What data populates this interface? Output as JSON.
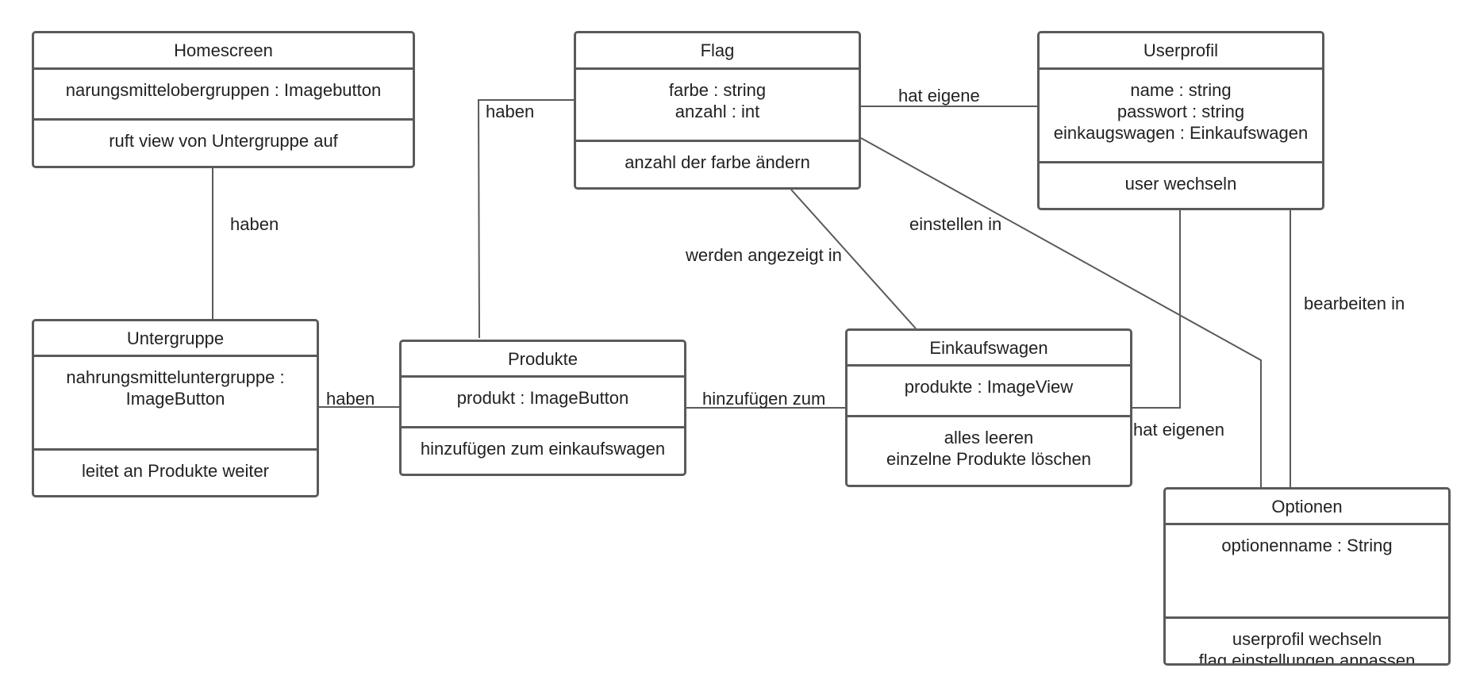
{
  "classes": {
    "homescreen": {
      "name": "Homescreen",
      "attributes": [
        "narungsmittelobergruppen : Imagebutton"
      ],
      "methods": [
        "ruft view von Untergruppe auf"
      ]
    },
    "flag": {
      "name": "Flag",
      "attributes": [
        "farbe : string",
        "anzahl : int"
      ],
      "methods": [
        "anzahl der farbe ändern"
      ]
    },
    "userprofil": {
      "name": "Userprofil",
      "attributes": [
        "name : string",
        "passwort : string",
        "einkaugswagen : Einkaufswagen"
      ],
      "methods": [
        "user wechseln"
      ]
    },
    "untergruppe": {
      "name": "Untergruppe",
      "attributes": [
        "nahrungsmitteluntergruppe :",
        "ImageButton"
      ],
      "methods": [
        "leitet an Produkte weiter"
      ]
    },
    "produkte": {
      "name": "Produkte",
      "attributes": [
        "produkt : ImageButton"
      ],
      "methods": [
        "hinzufügen zum einkaufswagen"
      ]
    },
    "einkaufswagen": {
      "name": "Einkaufswagen",
      "attributes": [
        "produkte : ImageView"
      ],
      "methods": [
        "alles leeren",
        "einzelne Produkte löschen"
      ]
    },
    "optionen": {
      "name": "Optionen",
      "attributes": [
        "optionenname : String"
      ],
      "methods": [
        "userprofil wechseln",
        "flag einstellungen anpassen"
      ]
    }
  },
  "relations": {
    "homescreen_untergruppe": "haben",
    "produkte_flag": "haben",
    "flag_userprofil": "hat eigene",
    "flag_einkaufswagen": "werden angezeigt in",
    "flag_optionen": "einstellen in",
    "userprofil_optionen": "bearbeiten in",
    "untergruppe_produkte": "haben",
    "produkte_einkaufswagen": "hinzufügen zum",
    "einkaufswagen_userprofil": "hat eigenen"
  },
  "colors": {
    "stroke": "#5a5a5a",
    "text": "#222222",
    "background": "#ffffff"
  }
}
